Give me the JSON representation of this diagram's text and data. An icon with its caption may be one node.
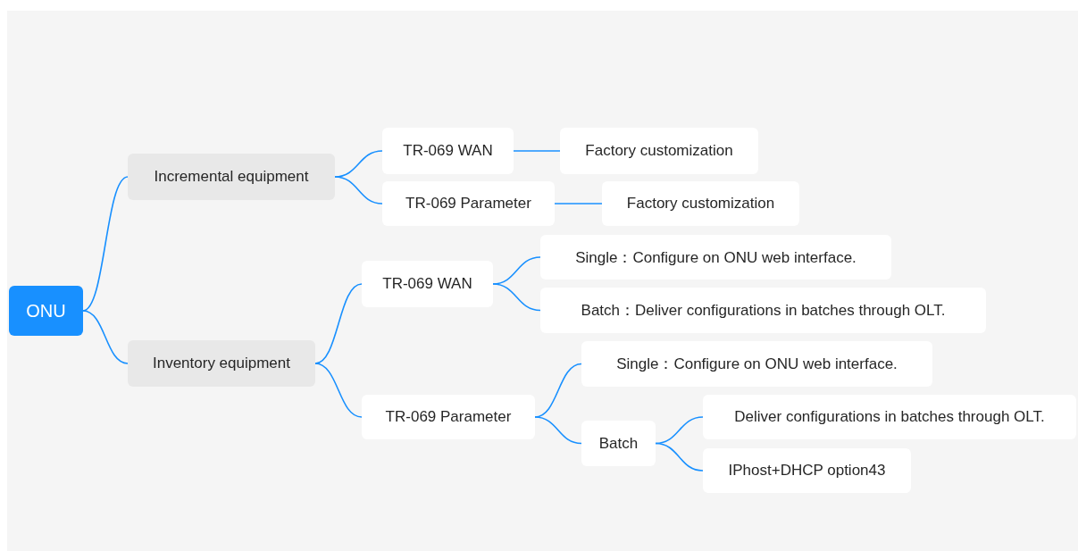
{
  "diagram": {
    "nodes": [
      {
        "text": [
          "ONU"
        ]
      },
      {
        "text": [
          "Incremental equipment"
        ]
      },
      {
        "text": [
          "Inventory equipment"
        ]
      },
      {
        "text": [
          "TR-069 WAN"
        ]
      },
      {
        "text": [
          "TR-069 Parameter"
        ]
      },
      {
        "text": [
          "Factory customization"
        ]
      },
      {
        "text": [
          "Factory customization"
        ]
      },
      {
        "text": [
          "TR-069 WAN"
        ]
      },
      {
        "text": [
          "TR-069 Parameter"
        ]
      },
      {
        "text": [
          "Single：Configure on ONU web interface."
        ]
      },
      {
        "text": [
          "Batch：Deliver configurations in batches through OLT."
        ]
      },
      {
        "text": [
          "Single：Configure on ONU web interface."
        ]
      },
      {
        "text": [
          "Batch"
        ]
      },
      {
        "text": [
          "Deliver configurations in batches through OLT."
        ]
      },
      {
        "text": [
          "IPhost+DHCP option43"
        ]
      }
    ],
    "edges": [
      {
        "from": 0,
        "to": 1,
        "arrow": "none"
      },
      {
        "from": 0,
        "to": 2,
        "arrow": "none"
      },
      {
        "from": 1,
        "to": 3,
        "arrow": "none"
      },
      {
        "from": 1,
        "to": 4,
        "arrow": "none"
      },
      {
        "from": 3,
        "to": 5,
        "arrow": "none"
      },
      {
        "from": 4,
        "to": 6,
        "arrow": "none"
      },
      {
        "from": 2,
        "to": 7,
        "arrow": "none"
      },
      {
        "from": 2,
        "to": 8,
        "arrow": "none"
      },
      {
        "from": 7,
        "to": 9,
        "arrow": "none"
      },
      {
        "from": 7,
        "to": 10,
        "arrow": "none"
      },
      {
        "from": 8,
        "to": 11,
        "arrow": "none"
      },
      {
        "from": 8,
        "to": 12,
        "arrow": "none"
      },
      {
        "from": 12,
        "to": 13,
        "arrow": "none"
      },
      {
        "from": 12,
        "to": 14,
        "arrow": "none"
      }
    ]
  }
}
